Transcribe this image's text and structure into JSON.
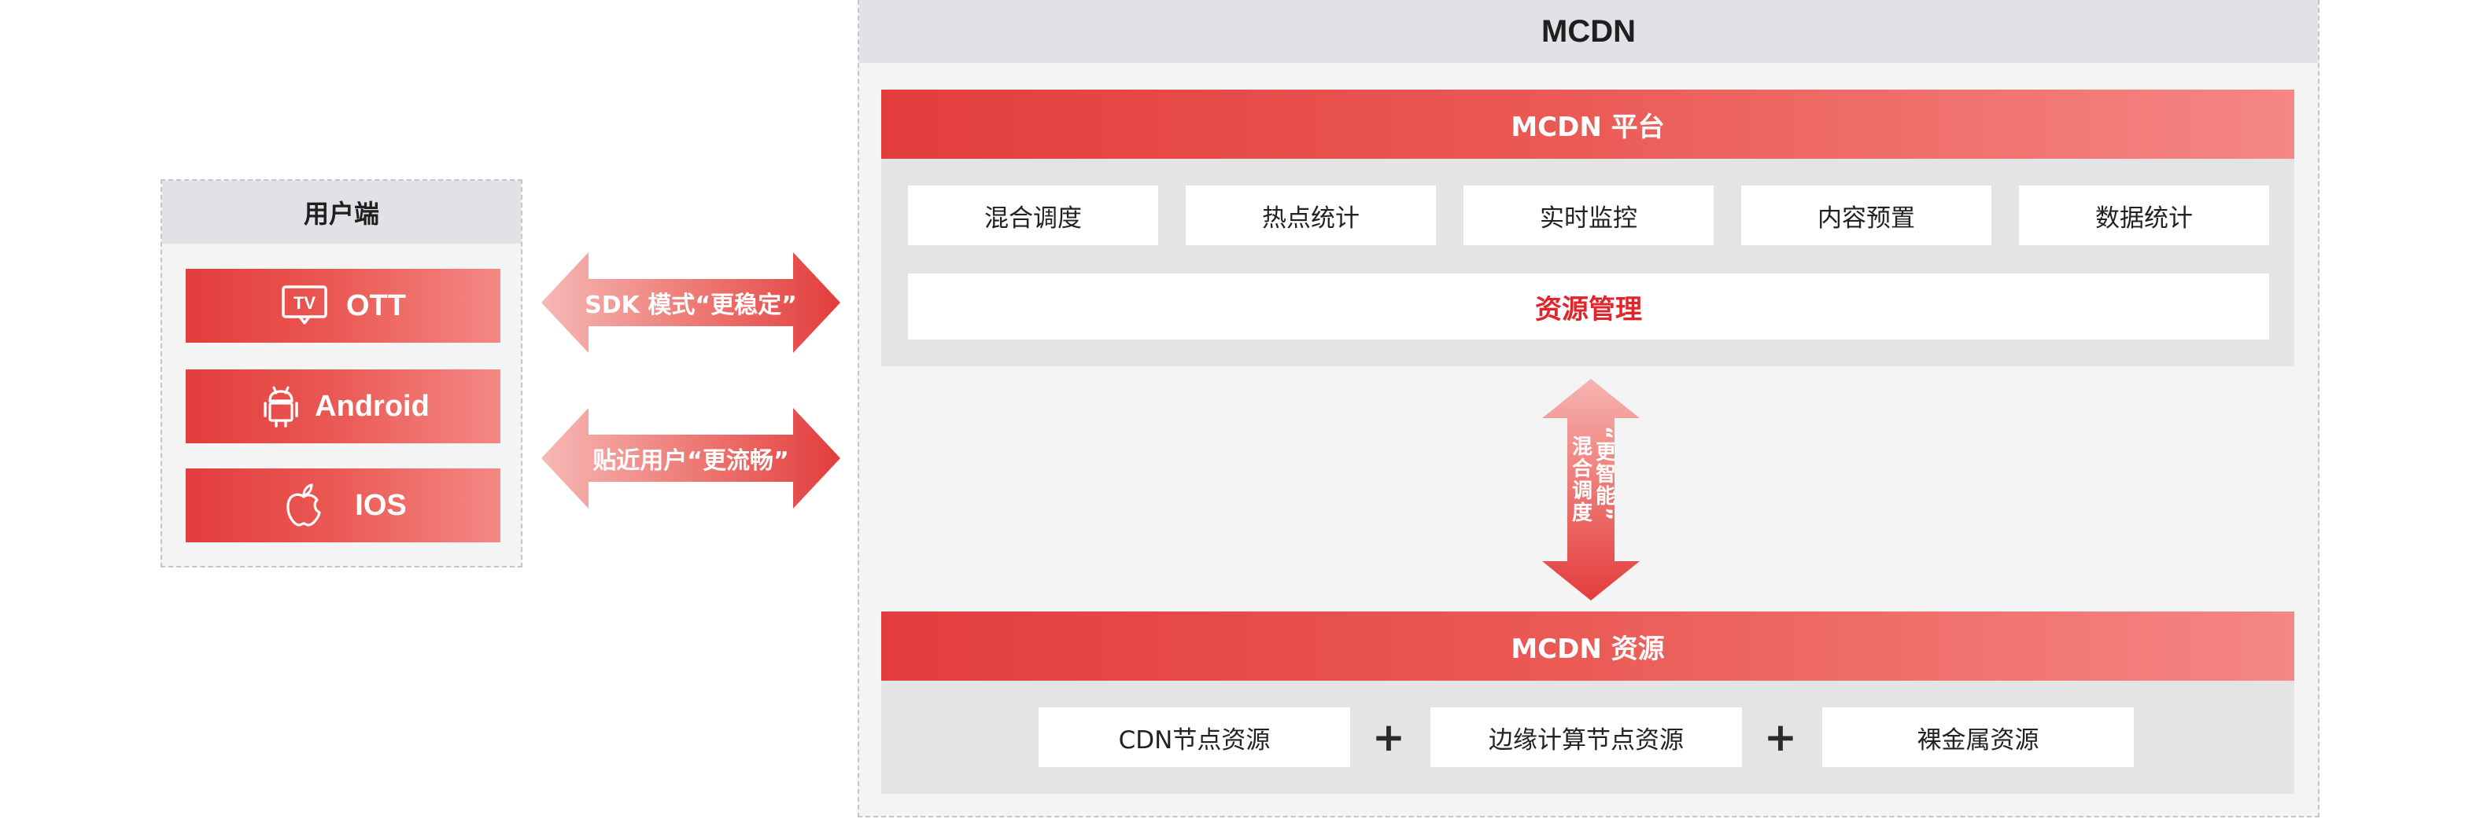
{
  "user_panel": {
    "title": "用户端",
    "clients": [
      {
        "label": "OTT",
        "icon": "tv-icon"
      },
      {
        "label": "Android",
        "icon": "android-icon"
      },
      {
        "label": "IOS",
        "icon": "apple-icon"
      }
    ]
  },
  "arrows": {
    "sdk": "SDK 模式“更稳定”",
    "nearby": "贴近用户“更流畅”",
    "vertical_left": "混合调度",
    "vertical_right": "“更智能”"
  },
  "mcdn": {
    "title": "MCDN",
    "platform": {
      "title": "MCDN 平台",
      "modules": [
        "混合调度",
        "热点统计",
        "实时监控",
        "内容预置",
        "数据统计"
      ],
      "resource_mgmt": "资源管理"
    },
    "resources": {
      "title": "MCDN 资源",
      "items": [
        "CDN节点资源",
        "边缘计算节点资源",
        "裸金属资源"
      ],
      "plus": "+"
    }
  },
  "colors": {
    "red_start": "#e23d3c",
    "red_end": "#f58784",
    "accent_text": "#e0262b",
    "panel_bg": "#f4f4f5",
    "header_bg": "#e1e2e6"
  }
}
